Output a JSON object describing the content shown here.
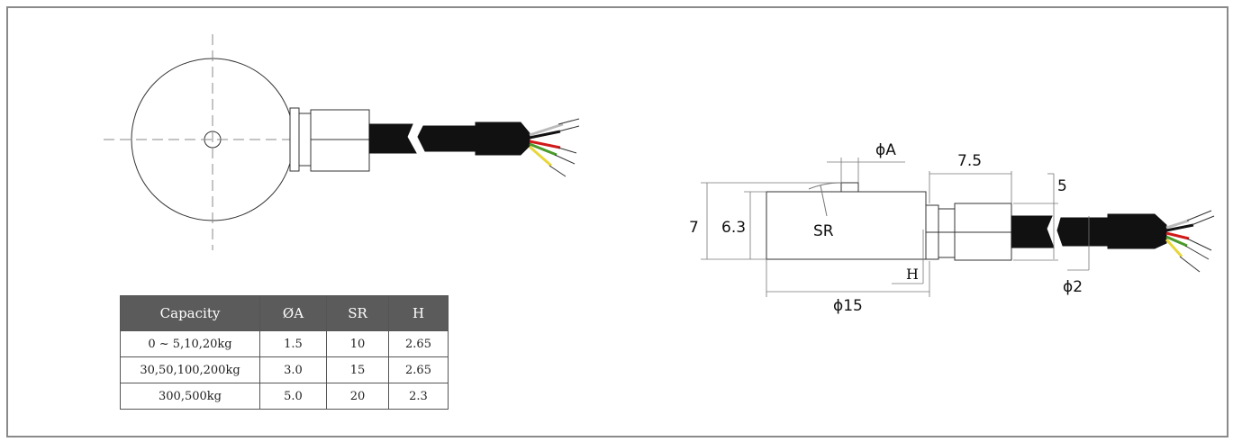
{
  "dimensions": {
    "d7": "7",
    "d6_3": "6.3",
    "sr": "SR",
    "phiA": "ϕA",
    "d7_5": "7.5",
    "d5": "5",
    "h": "H",
    "phi15": "ϕ15",
    "phi2": "ϕ2"
  },
  "colors": {
    "cable": "#111111",
    "wire_red": "#d11a1a",
    "wire_green": "#4a9a2a",
    "wire_yellow": "#e8d63a",
    "header": "#5b5b5b"
  },
  "table": {
    "headers": [
      "Capacity",
      "ØA",
      "SR",
      "H"
    ],
    "rows": [
      [
        "0 ~ 5,10,20kg",
        "1.5",
        "10",
        "2.65"
      ],
      [
        "30,50,100,200kg",
        "3.0",
        "15",
        "2.65"
      ],
      [
        "300,500kg",
        "5.0",
        "20",
        "2.3"
      ]
    ]
  }
}
